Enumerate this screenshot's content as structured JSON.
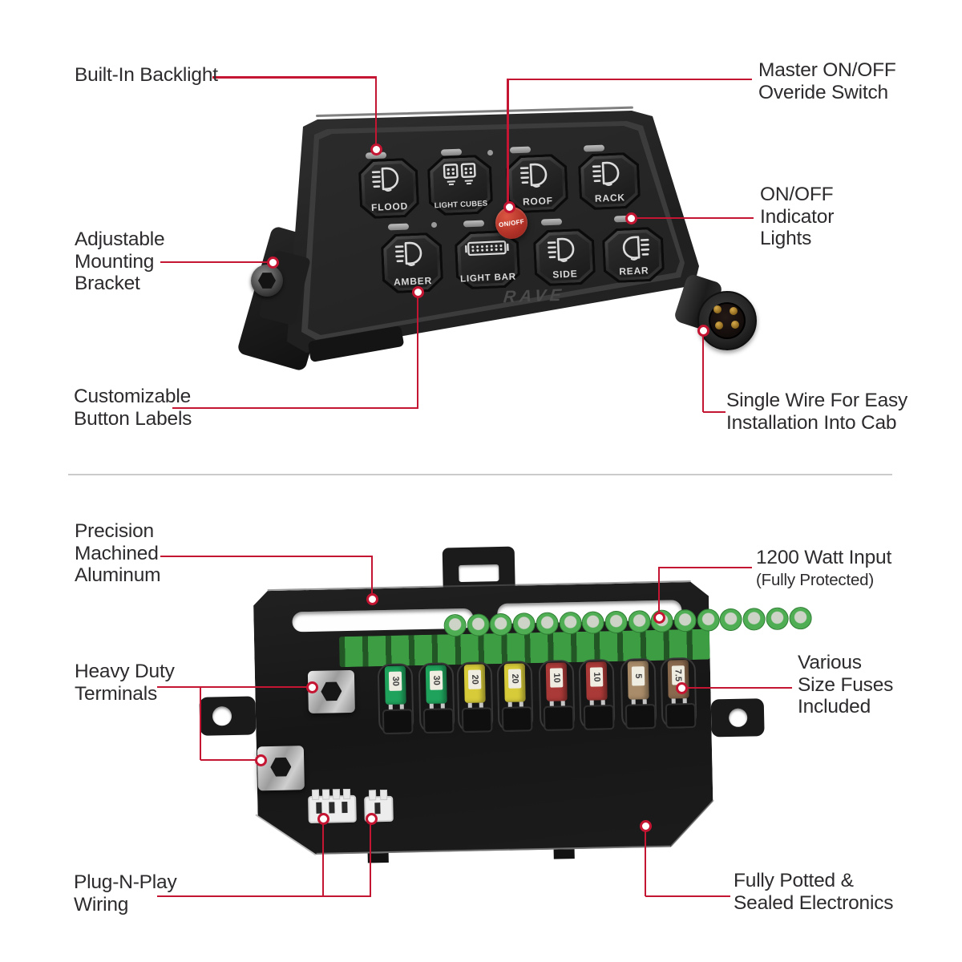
{
  "colors": {
    "accent": "#c41532",
    "label_text": "#2d2b2d",
    "panel_body": "#262626",
    "module_body": "#1a1a1a",
    "terminal_green": "#3d9d43"
  },
  "brand": "RAVE",
  "panel": {
    "master_switch_label": "ON/OFF",
    "buttons": [
      {
        "label": "FLOOD",
        "icon": "flood-light-icon"
      },
      {
        "label": "LIGHT CUBES",
        "icon": "light-cubes-icon"
      },
      {
        "label": "ROOF",
        "icon": "roof-light-icon"
      },
      {
        "label": "RACK",
        "icon": "rack-light-icon"
      },
      {
        "label": "AMBER",
        "icon": "amber-light-icon"
      },
      {
        "label": "LIGHT BAR",
        "icon": "light-bar-icon"
      },
      {
        "label": "SIDE",
        "icon": "side-light-icon"
      },
      {
        "label": "REAR",
        "icon": "rear-light-icon"
      }
    ]
  },
  "module": {
    "terminal_count": 16,
    "fuses": [
      {
        "value": "30",
        "color": "#1fa35c"
      },
      {
        "value": "30",
        "color": "#1fa35c"
      },
      {
        "value": "20",
        "color": "#d7cb3a"
      },
      {
        "value": "20",
        "color": "#d7cb3a"
      },
      {
        "value": "10",
        "color": "#aa3a38"
      },
      {
        "value": "10",
        "color": "#aa3a38"
      },
      {
        "value": "5",
        "color": "#a98c69"
      },
      {
        "value": "7.5",
        "color": "#8a6a4e"
      }
    ]
  },
  "callouts": {
    "built_in_backlight": {
      "lines": [
        "Built-In Backlight"
      ]
    },
    "master_override": {
      "lines": [
        "Master ON/OFF",
        "Overide Switch"
      ]
    },
    "adjustable_bracket": {
      "lines": [
        "Adjustable",
        "Mounting",
        "Bracket"
      ]
    },
    "onoff_indicator": {
      "lines": [
        "ON/OFF",
        "Indicator",
        "Lights"
      ]
    },
    "customizable_labels": {
      "lines": [
        "Customizable",
        "Button Labels"
      ]
    },
    "single_wire": {
      "lines": [
        "Single Wire For Easy",
        "Installation Into Cab"
      ]
    },
    "precision_aluminum": {
      "lines": [
        "Precision",
        "Machined",
        "Aluminum"
      ]
    },
    "watt_input": {
      "lines": [
        "1200 Watt Input",
        "(Fully Protected)"
      ]
    },
    "heavy_duty": {
      "lines": [
        "Heavy Duty",
        "Terminals"
      ]
    },
    "various_fuses": {
      "lines": [
        "Various",
        "Size Fuses",
        "Included"
      ]
    },
    "plug_n_play": {
      "lines": [
        "Plug-N-Play",
        "Wiring"
      ]
    },
    "fully_potted": {
      "lines": [
        "Fully Potted &",
        "Sealed Electronics"
      ]
    }
  }
}
